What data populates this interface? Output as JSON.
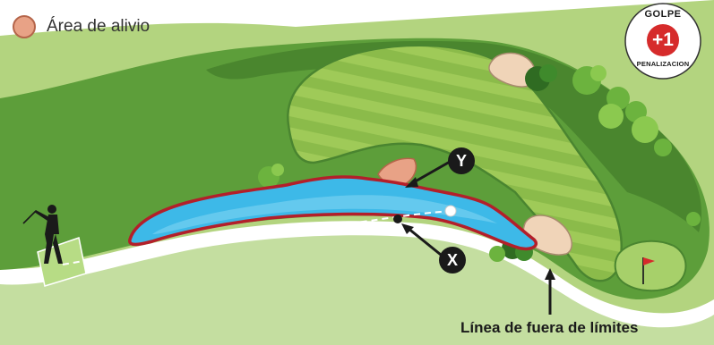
{
  "legend": {
    "label": "Área de alivio",
    "color": "#e8a286"
  },
  "badge": {
    "top": "GOLPE",
    "number": "+1",
    "bottom": "PENALIZACION",
    "color": "#d62b2b"
  },
  "markers": {
    "y": "Y",
    "x": "X"
  },
  "out_of_bounds_label": "Línea de fuera de límites",
  "colors": {
    "light_grass": "#b3d47f",
    "rough": "#5d9e3a",
    "dark_rough": "#3f7a2b",
    "fairway_light": "#9fca58",
    "fairway_dark": "#86b744",
    "water": "#3db9e8",
    "hazard_line": "#b31f2a",
    "sand": "#f0d4b8",
    "relief_area": "#e8a286"
  }
}
